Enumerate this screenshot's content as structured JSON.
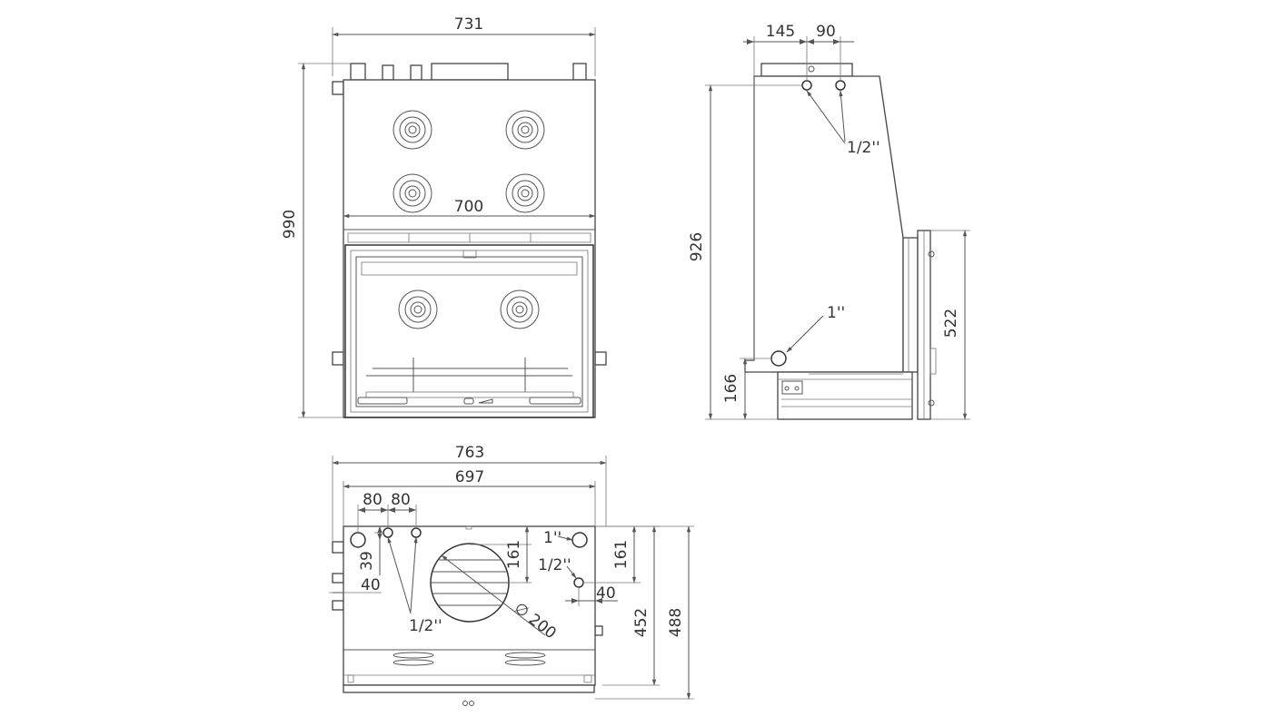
{
  "front_view": {
    "overall_width": "731",
    "overall_height": "990",
    "inner_width": "700"
  },
  "side_view": {
    "top_offset": "145",
    "pipe_spacing": "90",
    "pipe_label_top": "1/2''",
    "pipe_label_bottom": "1''",
    "body_height": "926",
    "door_height": "522",
    "base_height": "166"
  },
  "top_view": {
    "overall_width": "763",
    "body_width": "697",
    "pipe_spacing_1": "80",
    "pipe_spacing_2": "80",
    "left_offset_1": "39",
    "left_offset_2": "40",
    "pipe_label_left": "1/2''",
    "center_offset_left": "161",
    "center_offset_right": "161",
    "right_offset": "40",
    "pipe_label_right_top": "1''",
    "pipe_label_right_mid": "1/2''",
    "flue_diameter": "∅ 200",
    "depth_1": "452",
    "depth_2": "488"
  }
}
